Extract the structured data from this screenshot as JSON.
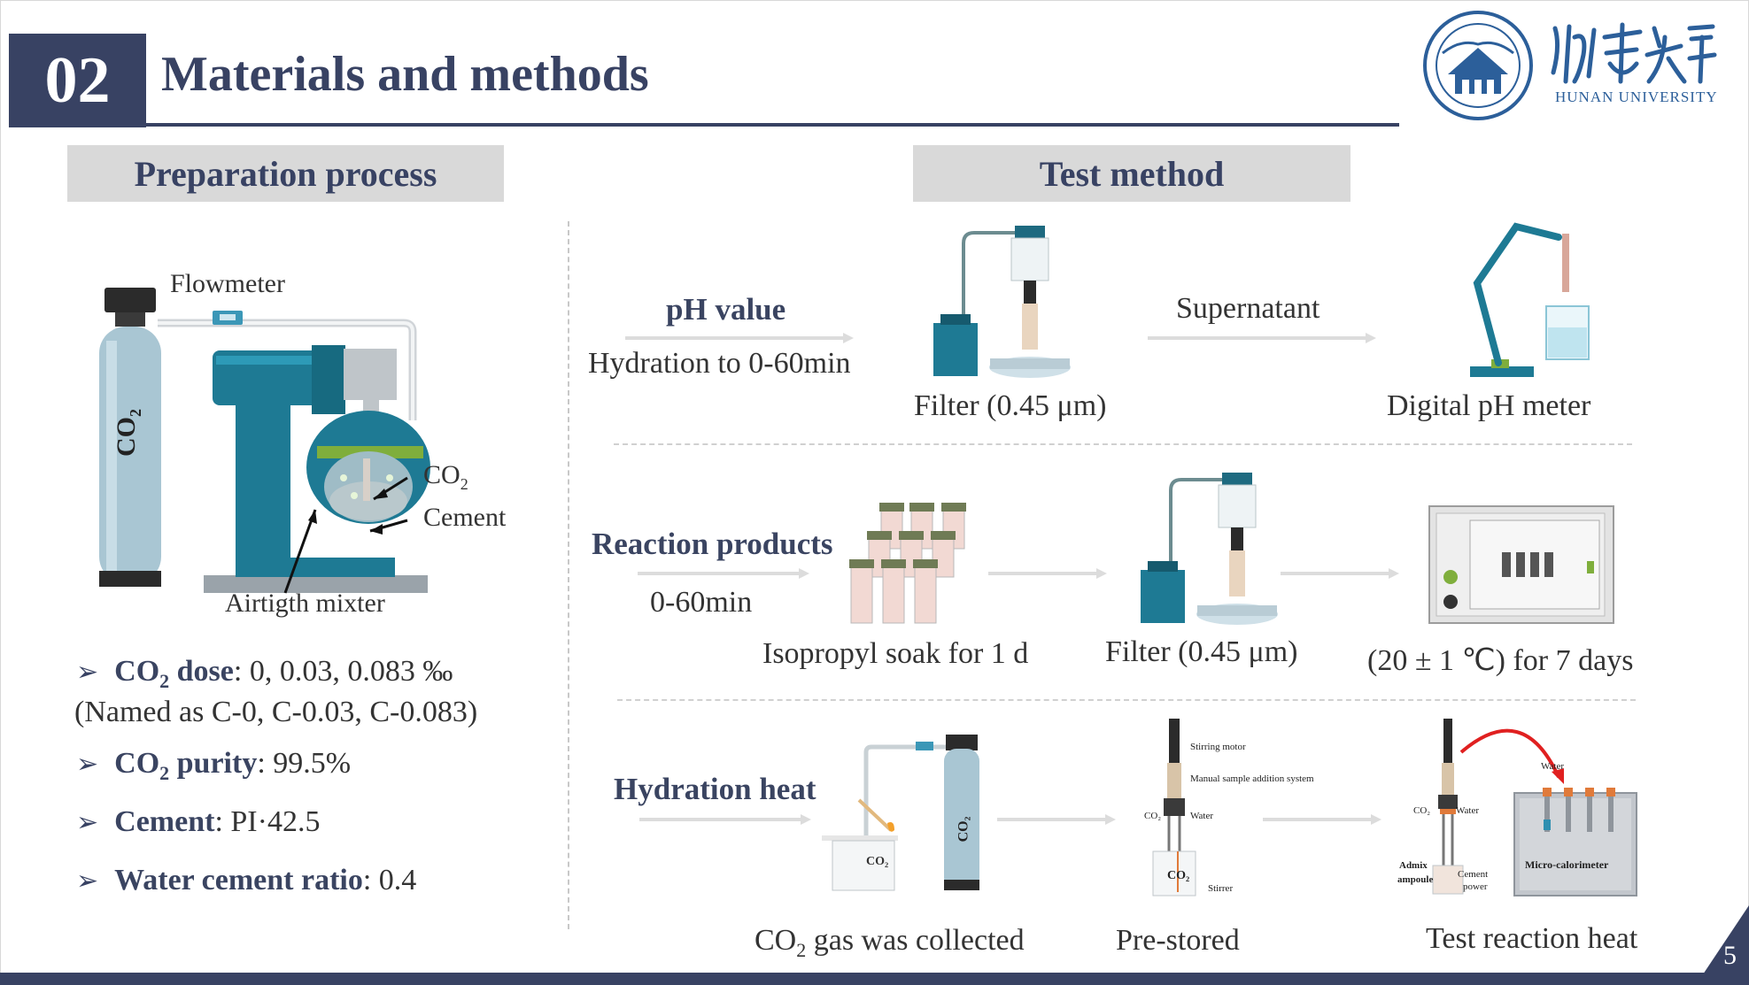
{
  "header": {
    "number": "02",
    "title": "Materials and methods",
    "logo_text": "HUNAN UNIVERSITY"
  },
  "left": {
    "section_title": "Preparation process",
    "diagram": {
      "cylinder_label": "CO",
      "cylinder_sub": "2",
      "flowmeter": "Flowmeter",
      "co2": "CO",
      "co2_sub": "2",
      "cement": "Cement",
      "mixer": "Airtigth mixter"
    },
    "bullets": [
      {
        "key": "CO",
        "sub": "2",
        "rest": " dose",
        "value": ": 0, 0.03, 0.083 ‰"
      },
      {
        "key": "CO",
        "sub": "2",
        "rest": " purity",
        "value": ": 99.5%"
      },
      {
        "key": "Cement",
        "sub": "",
        "rest": "",
        "value": ": PI·42.5"
      },
      {
        "key": "Water cement ratio",
        "sub": "",
        "rest": "",
        "value": ": 0.4"
      }
    ],
    "named_as": "(Named as C-0, C-0.03, C-0.083)"
  },
  "right": {
    "section_title": "Test method",
    "ph": {
      "title": "pH value",
      "subtitle": "Hydration to 0-60min",
      "filter": "Filter (0.45 μm)",
      "supernatant": "Supernatant",
      "meter": "Digital pH meter"
    },
    "reaction": {
      "title": "Reaction products",
      "subtitle": "0-60min",
      "soak": "Isopropyl soak for 1 d",
      "filter": "Filter (0.45 μm)",
      "oven": "(20 ± 1 ℃) for 7 days"
    },
    "heat": {
      "title": "Hydration heat",
      "collected_pre": "CO",
      "collected_sub": "2",
      "collected_post": " gas was collected",
      "prestored": "Pre-stored",
      "test": "Test reaction heat",
      "beaker_label": "CO₂",
      "cyl_label": "CO₂",
      "stirring_motor": "Stirring motor",
      "manual_addition": "Manual sample addition system",
      "co2_small": "CO₂",
      "water_small": "Water",
      "co2_vessel": "CO₂",
      "stirrer": "Stirrer",
      "co2_small_2": "CO₂",
      "water_small_2": "Water",
      "water_top": "Water",
      "admix": "Admix",
      "ampoule": "ampoule",
      "cement": "Cement",
      "power": "power",
      "calorimeter": "Micro-calorimeter"
    }
  },
  "footer": {
    "page": "5"
  },
  "colors": {
    "navy": "#384263",
    "teal": "#1e7a94",
    "box_gray": "#d9d9d9"
  }
}
